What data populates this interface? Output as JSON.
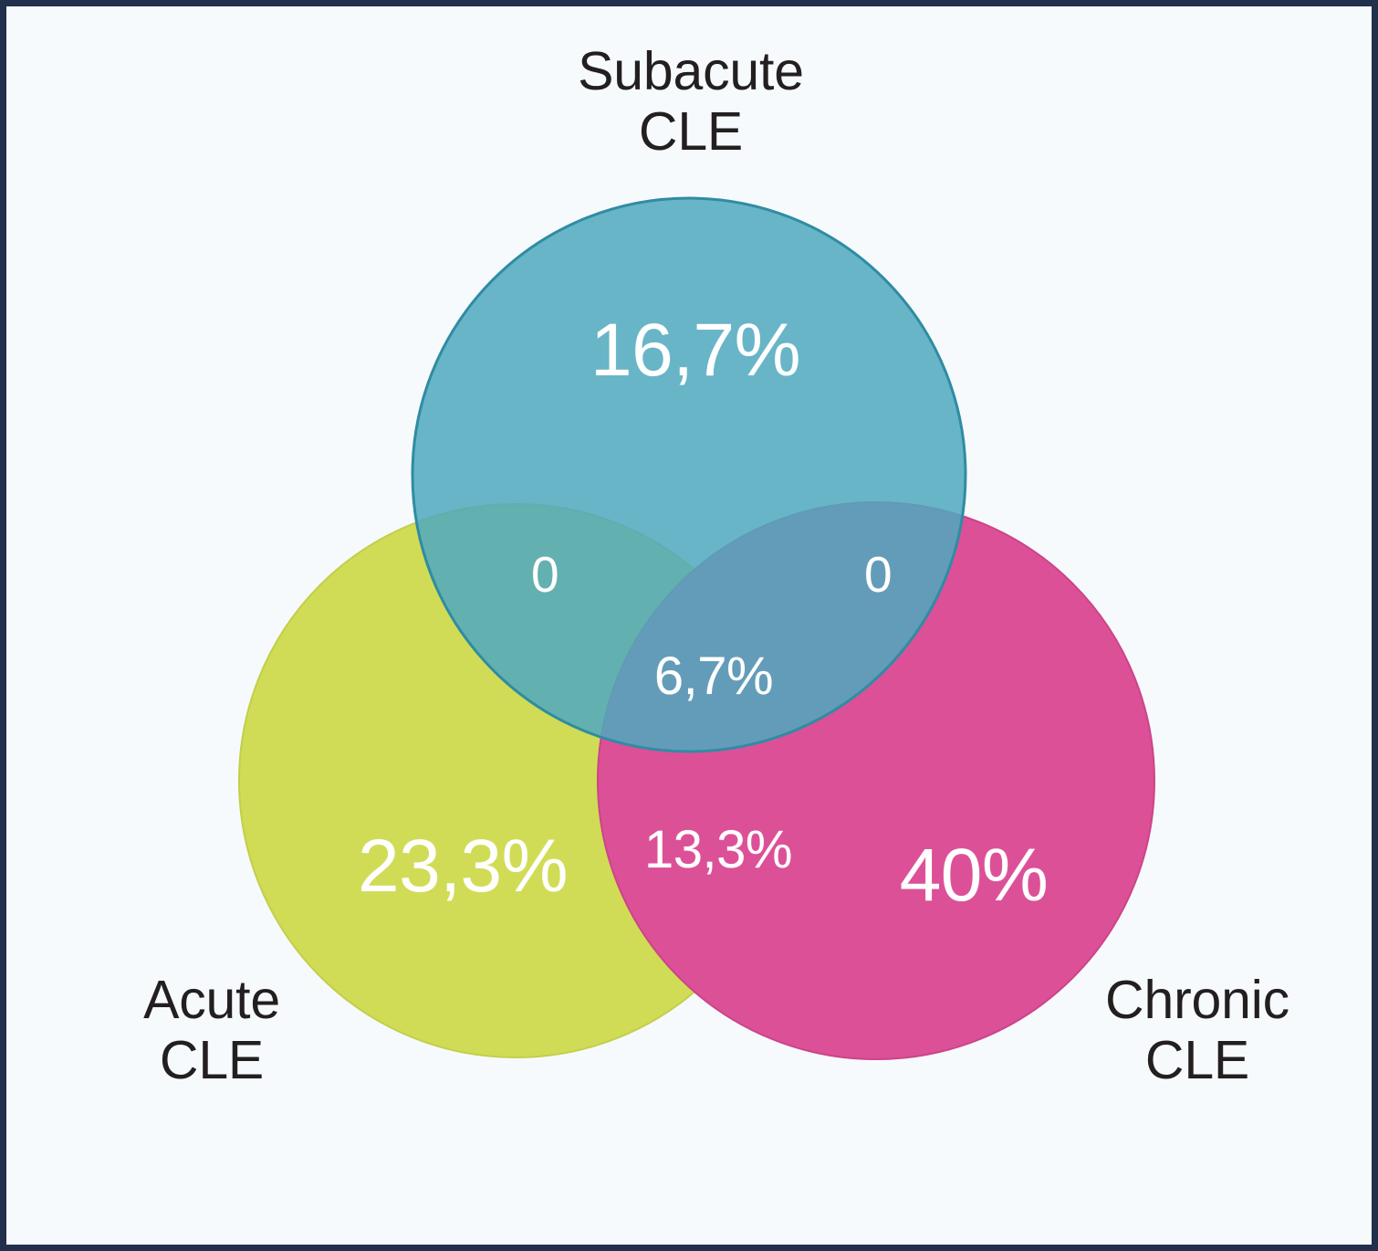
{
  "figure": {
    "background_color": "#f7fafc",
    "border_color": "#20304d"
  },
  "labels": {
    "subacute": "Subacute\nCLE",
    "acute": "Acute\nCLE",
    "chronic": "Chronic\nCLE"
  },
  "values": {
    "subacute_only": "16,7%",
    "acute_only": "23,3%",
    "chronic_only": "40%",
    "acute_and_subacute": "0",
    "subacute_and_chronic": "0",
    "acute_and_chronic": "13,3%",
    "all_three": "6,7%"
  },
  "colors": {
    "subacute": "#4fa9be",
    "acute": "#d0dc55",
    "chronic": "#dc5098",
    "value_text": "#ffffff",
    "label_text": "#231f20"
  },
  "chart_data": {
    "type": "pie",
    "title": "",
    "subtype": "venn3",
    "sets": [
      "Acute CLE",
      "Subacute CLE",
      "Chronic CLE"
    ],
    "unit": "%",
    "decimal_separator": ",",
    "regions": [
      {
        "id": "subacute_only",
        "sets": [
          "Subacute CLE"
        ],
        "label": "16,7%",
        "value": 16.7
      },
      {
        "id": "acute_only",
        "sets": [
          "Acute CLE"
        ],
        "label": "23,3%",
        "value": 23.3
      },
      {
        "id": "chronic_only",
        "sets": [
          "Chronic CLE"
        ],
        "label": "40%",
        "value": 40
      },
      {
        "id": "acute_and_subacute",
        "sets": [
          "Acute CLE",
          "Subacute CLE"
        ],
        "label": "0",
        "value": 0
      },
      {
        "id": "subacute_and_chronic",
        "sets": [
          "Subacute CLE",
          "Chronic CLE"
        ],
        "label": "0",
        "value": 0
      },
      {
        "id": "acute_and_chronic",
        "sets": [
          "Acute CLE",
          "Chronic CLE"
        ],
        "label": "13,3%",
        "value": 13.3
      },
      {
        "id": "all_three",
        "sets": [
          "Acute CLE",
          "Subacute CLE",
          "Chronic CLE"
        ],
        "label": "6,7%",
        "value": 6.7
      }
    ],
    "legend": "none",
    "grid": false
  }
}
